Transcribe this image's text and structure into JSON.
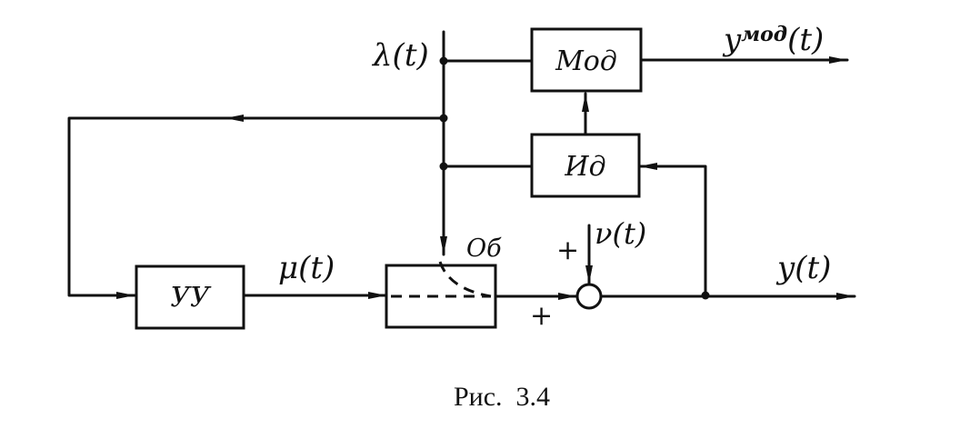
{
  "blocks": {
    "mod": "Мод",
    "id": "Ид",
    "uu": "УУ",
    "ob": "Об"
  },
  "signals": {
    "lambda": "λ(t)",
    "y_mod": "y",
    "y_mod_sup": "мод",
    "y_mod_arg": "(t)",
    "mu": "μ(t)",
    "nu": "ν(t)",
    "y": "y(t)"
  },
  "signs": {
    "plus_top": "+",
    "plus_bottom": "+"
  },
  "caption": "Рис.  3.4"
}
